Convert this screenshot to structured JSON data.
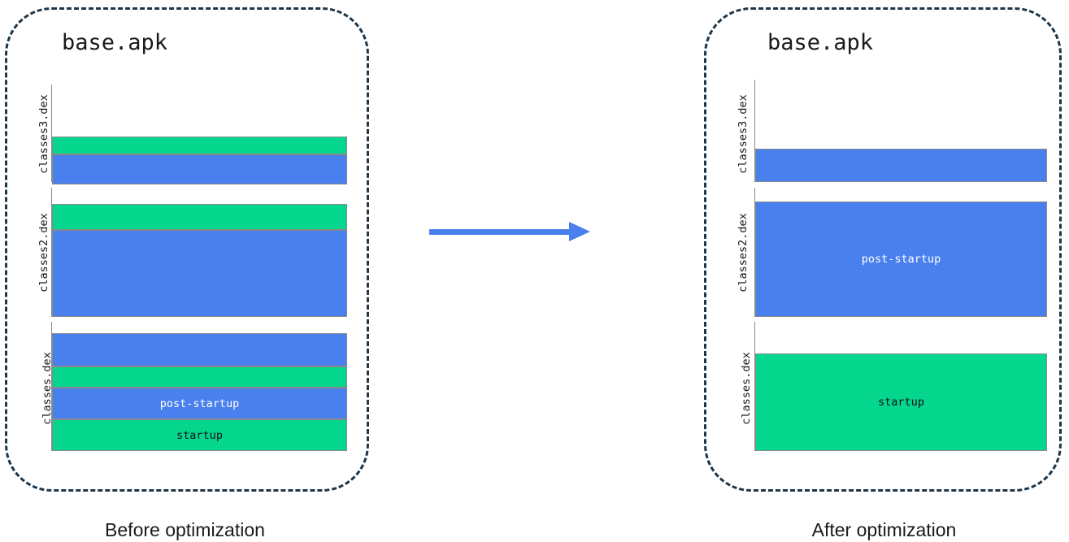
{
  "diagram": {
    "title_before": "Before optimization",
    "title_after": "After optimization",
    "colors": {
      "startup": "#05d68d",
      "post_startup": "#4a80ee",
      "empty": "#ffffff",
      "outline": "#8a8a8a",
      "panel_border": "#1d3649",
      "arrow": "#4a80ee"
    },
    "arrow": {
      "name": "right-arrow"
    }
  },
  "panels": [
    {
      "id": "before",
      "apk_name": "base.apk",
      "caption": "Before optimization",
      "blocks": [
        {
          "label": "classes3.dex",
          "segments": [
            {
              "kind": "empty",
              "text": ""
            },
            {
              "kind": "startup",
              "text": ""
            },
            {
              "kind": "post-startup",
              "text": ""
            }
          ]
        },
        {
          "label": "classes2.dex",
          "segments": [
            {
              "kind": "empty",
              "text": ""
            },
            {
              "kind": "startup",
              "text": ""
            },
            {
              "kind": "post-startup",
              "text": ""
            }
          ]
        },
        {
          "label": "classes.dex",
          "segments": [
            {
              "kind": "empty",
              "text": ""
            },
            {
              "kind": "post-startup",
              "text": ""
            },
            {
              "kind": "startup",
              "text": ""
            },
            {
              "kind": "post-startup",
              "text": "post-startup"
            },
            {
              "kind": "startup",
              "text": "startup"
            }
          ]
        }
      ]
    },
    {
      "id": "after",
      "apk_name": "base.apk",
      "caption": "After optimization",
      "blocks": [
        {
          "label": "classes3.dex",
          "segments": [
            {
              "kind": "empty",
              "text": ""
            },
            {
              "kind": "post-startup",
              "text": ""
            }
          ]
        },
        {
          "label": "classes2.dex",
          "segments": [
            {
              "kind": "empty",
              "text": ""
            },
            {
              "kind": "post-startup",
              "text": "post-startup"
            }
          ]
        },
        {
          "label": "classes.dex",
          "segments": [
            {
              "kind": "empty",
              "text": ""
            },
            {
              "kind": "startup",
              "text": "startup"
            }
          ]
        }
      ]
    }
  ]
}
